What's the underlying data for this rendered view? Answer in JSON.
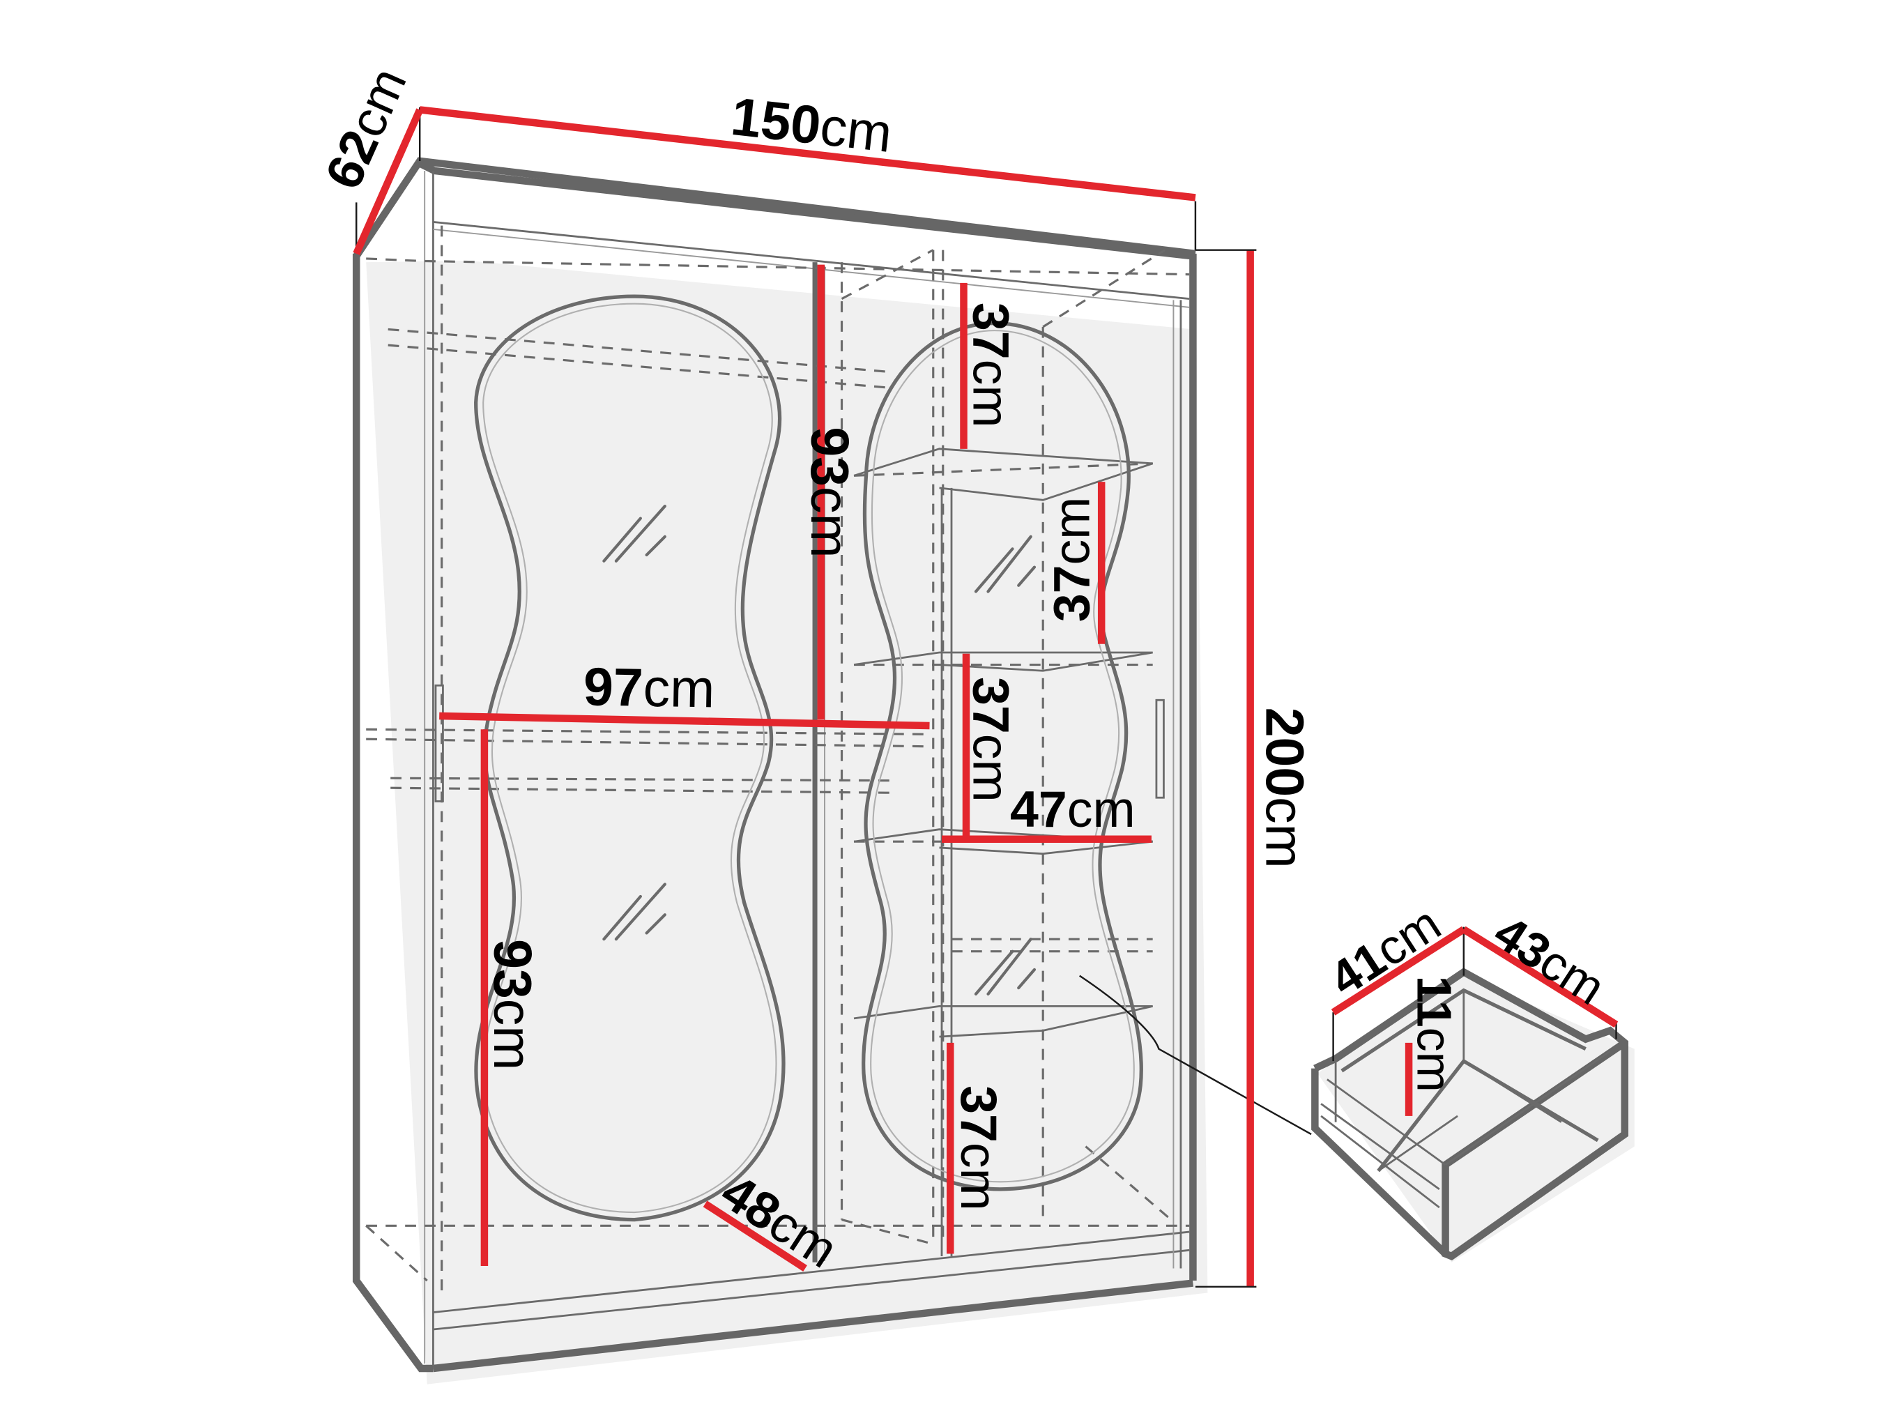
{
  "diagram": {
    "subject": "Sliding-door wardrobe with wavy mirrors — dimension drawing",
    "colors": {
      "dimension_line": "#e3262d",
      "outline": "#666666",
      "background": "#ffffff",
      "text": "#000000"
    },
    "unit": "cm",
    "dimensions": {
      "depth": {
        "value": "62",
        "unit": "cm"
      },
      "width": {
        "value": "150",
        "unit": "cm"
      },
      "height": {
        "value": "200",
        "unit": "cm"
      },
      "hanging_upper_height": {
        "value": "93",
        "unit": "cm"
      },
      "hanging_lower_height": {
        "value": "93",
        "unit": "cm"
      },
      "hanging_rail_width": {
        "value": "97",
        "unit": "cm"
      },
      "inner_depth": {
        "value": "48",
        "unit": "cm"
      },
      "shelf_width": {
        "value": "47",
        "unit": "cm"
      },
      "shelf_gap_1": {
        "value": "37",
        "unit": "cm"
      },
      "shelf_gap_2": {
        "value": "37",
        "unit": "cm"
      },
      "shelf_gap_3": {
        "value": "37",
        "unit": "cm"
      },
      "shelf_gap_4": {
        "value": "37",
        "unit": "cm"
      }
    },
    "drawer": {
      "width": {
        "value": "41",
        "unit": "cm"
      },
      "depth": {
        "value": "43",
        "unit": "cm"
      },
      "height": {
        "value": "11",
        "unit": "cm"
      }
    }
  }
}
